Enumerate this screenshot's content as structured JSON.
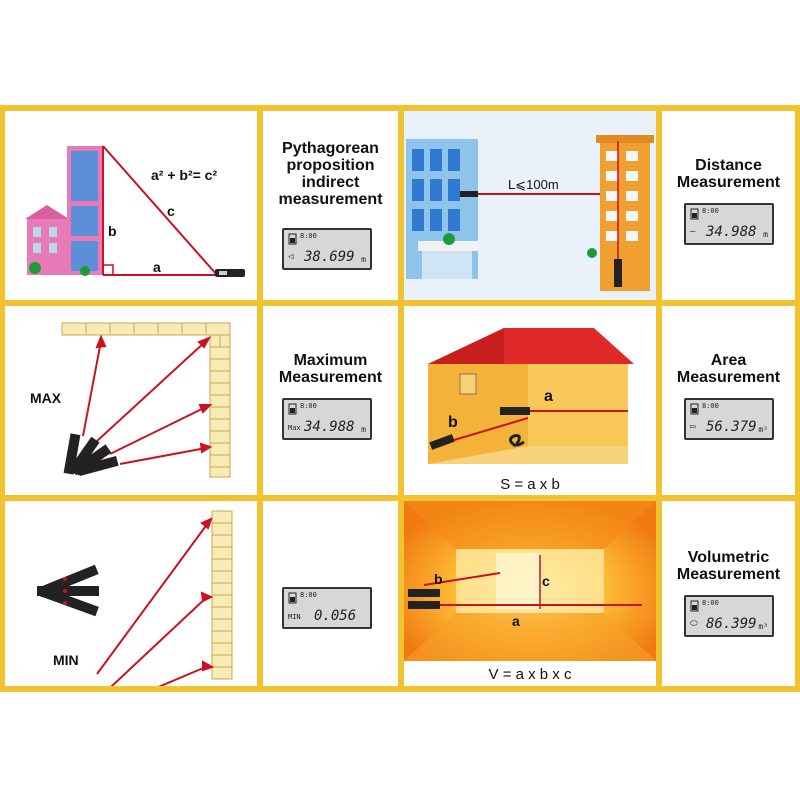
{
  "cells": {
    "pythagorean": {
      "title_lines": [
        "Pythagorean",
        "proposition",
        "indirect",
        "measurement"
      ],
      "formula": "a² + b²= c²",
      "labels": {
        "a": "a",
        "b": "b",
        "c": "c"
      },
      "lcd": {
        "top": "8:00",
        "prefix": "◁",
        "value": "38.699",
        "unit": "m"
      }
    },
    "distance": {
      "title_lines": [
        "Distance",
        "Measurement"
      ],
      "range_label": "L⩽100m",
      "lcd": {
        "top": "8:00",
        "prefix": "—",
        "value": "34.988",
        "unit": "m"
      }
    },
    "maximum": {
      "title_lines": [
        "Maximum",
        "Measurement"
      ],
      "side_label": "MAX",
      "lcd": {
        "top": "8:00",
        "prefix": "Max",
        "value": "34.988",
        "unit": "m"
      }
    },
    "area": {
      "title_lines": [
        "Area",
        "Measurement"
      ],
      "formula": "S = a x b",
      "labels": {
        "a": "a",
        "b": "b"
      },
      "lcd": {
        "top": "8:00",
        "prefix": "▭",
        "value": "56.379",
        "unit": "m²"
      }
    },
    "minimum": {
      "side_label": "MIN",
      "lcd": {
        "top": "8:00",
        "prefix": "MIN",
        "value": "0.056",
        "unit": ""
      }
    },
    "volumetric": {
      "title_lines": [
        "Volumetric",
        "Measurement"
      ],
      "formula": "V = a x b x c",
      "labels": {
        "a": "a",
        "b": "b",
        "c": "c"
      },
      "lcd": {
        "top": "8:00",
        "prefix": "⬭",
        "value": "86.399",
        "unit": "m³"
      }
    }
  },
  "colors": {
    "border": "#f1c330",
    "laser": "#cc1122",
    "lcd_bg": "#d7d7d7"
  }
}
